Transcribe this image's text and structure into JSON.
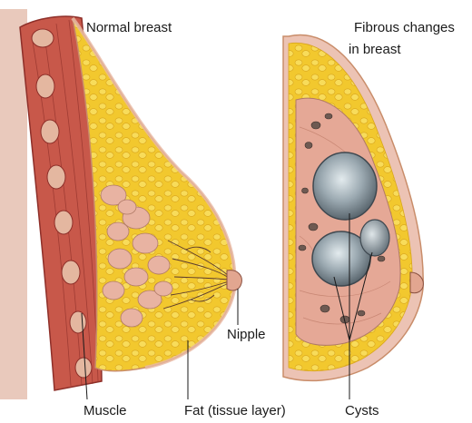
{
  "figure": {
    "normal_title": "Normal breast",
    "fibrous_title_line1": "Fibrous changes",
    "fibrous_title_line2": "in breast",
    "label_nipple": "Nipple",
    "label_muscle": "Muscle",
    "label_fat": "Fat (tissue layer)",
    "label_cysts": "Cysts"
  },
  "colors": {
    "fat_yellow": "#f2c82e",
    "fat_light": "#f7df6a",
    "skin_pink": "#ecc3b4",
    "muscle_red": "#c8584a",
    "muscle_dark": "#8e2f29",
    "gland_pink": "#e8b3a2",
    "cyst_gray": "#7c8a94",
    "cyst_highlight": "#d9e2e6",
    "outline": "#6e3b2c"
  }
}
